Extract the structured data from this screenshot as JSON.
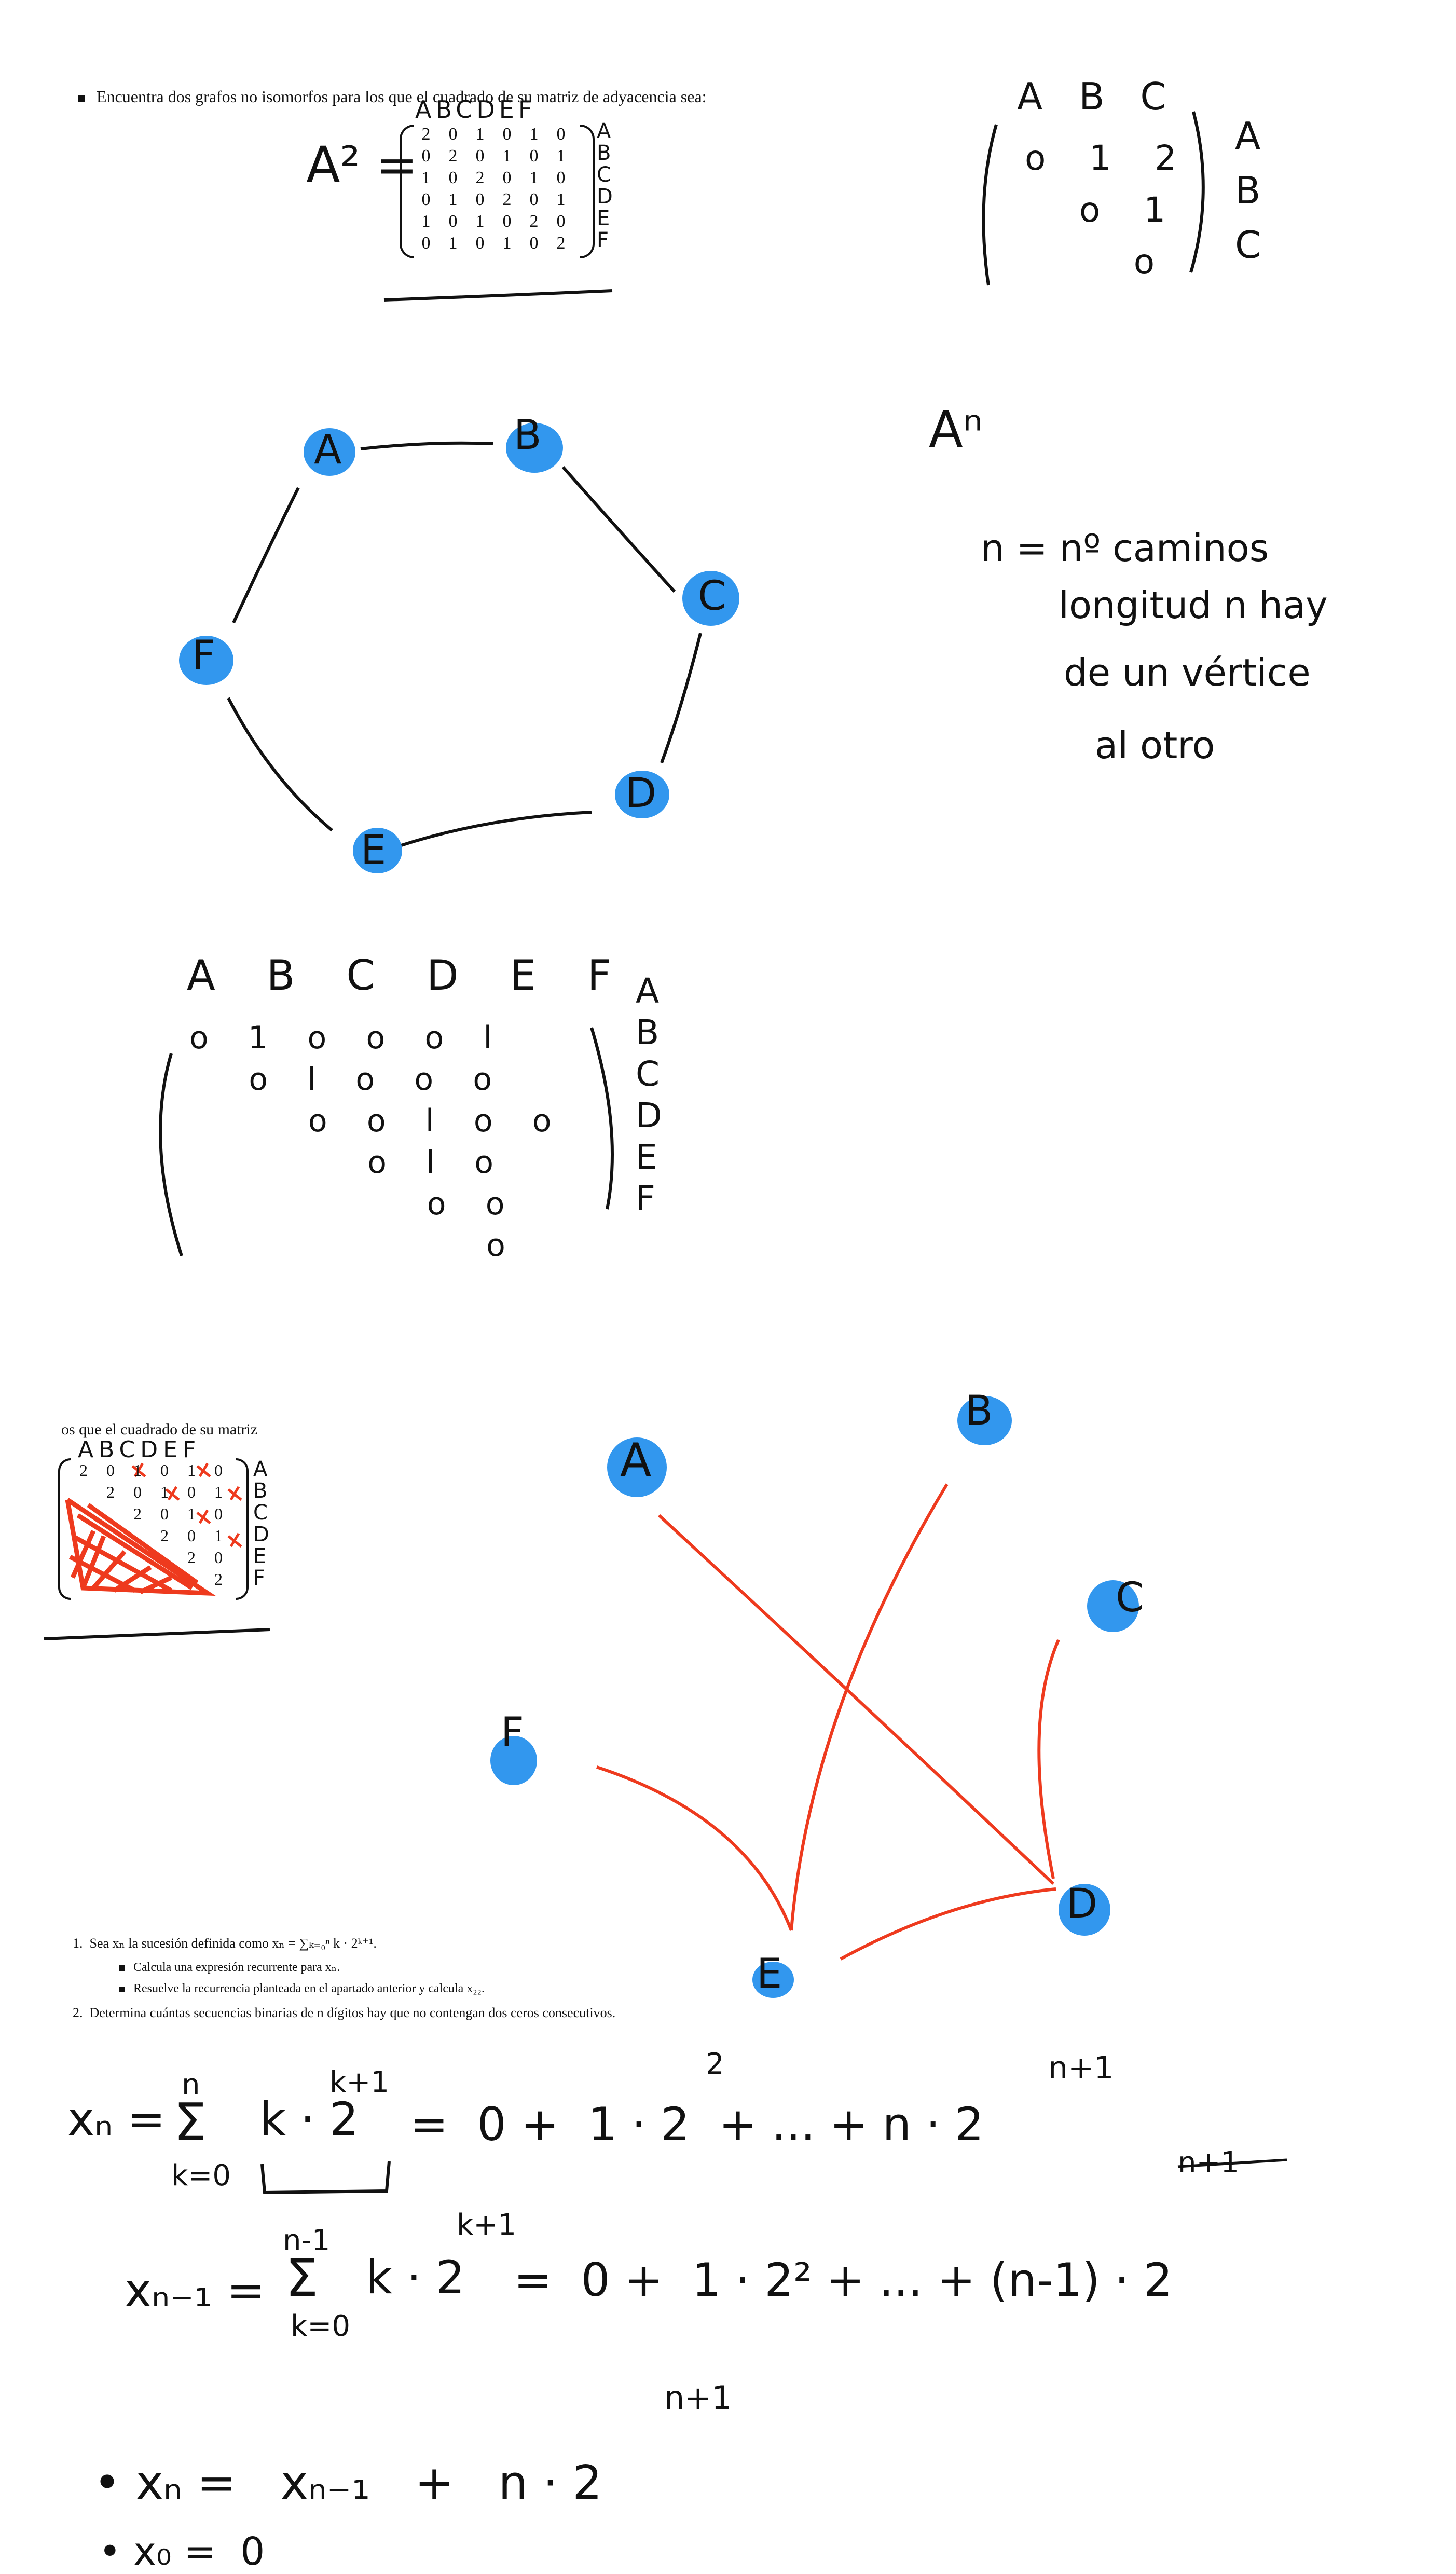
{
  "top_problem": {
    "text": "Encuentra dos grafos no isomorfos para los que el cuadrado de su matriz de adyacencia sea:",
    "matrix": [
      [
        "2",
        "0",
        "1",
        "0",
        "1",
        "0"
      ],
      [
        "0",
        "2",
        "0",
        "1",
        "0",
        "1"
      ],
      [
        "1",
        "0",
        "2",
        "0",
        "1",
        "0"
      ],
      [
        "0",
        "1",
        "0",
        "2",
        "0",
        "1"
      ],
      [
        "1",
        "0",
        "1",
        "0",
        "2",
        "0"
      ],
      [
        "0",
        "1",
        "0",
        "1",
        "0",
        "2"
      ]
    ],
    "col_labels": [
      "A",
      "B",
      "C",
      "D",
      "E",
      "F"
    ],
    "row_labels": [
      "A",
      "B",
      "C",
      "D",
      "E",
      "F"
    ],
    "lhs": "A² ="
  },
  "small_matrix": {
    "col_labels": [
      "A",
      "B",
      "C"
    ],
    "row_labels": [
      "A",
      "B",
      "C"
    ],
    "rows": [
      [
        "o",
        "1",
        "2"
      ],
      [
        "",
        "o",
        "1"
      ],
      [
        "",
        "",
        "o"
      ]
    ]
  },
  "an_note": {
    "power": "Aⁿ",
    "lines": [
      "n = nº caminos",
      "longitud n hay",
      "de un vértice",
      "al otro"
    ]
  },
  "graph1": {
    "nodes": [
      "A",
      "B",
      "C",
      "D",
      "E",
      "F"
    ]
  },
  "matrix_hw": {
    "col_labels": [
      "A",
      "B",
      "C",
      "D",
      "E",
      "F"
    ],
    "row_labels": [
      "A",
      "B",
      "C",
      "D",
      "E",
      "F"
    ],
    "rows": [
      [
        "o",
        "1",
        "o",
        "o",
        "o",
        "l"
      ],
      [
        "",
        "o",
        "l",
        "o",
        "o",
        "o"
      ],
      [
        "",
        "",
        "o",
        "o",
        "l",
        "o",
        "o"
      ],
      [
        "",
        "",
        "",
        "o",
        "l",
        "o"
      ],
      [
        "",
        "",
        "",
        "",
        "o",
        "o"
      ],
      [
        "",
        "",
        "",
        "",
        "",
        "o"
      ]
    ]
  },
  "crop_snippet": {
    "text": "os que el cuadrado de su matriz",
    "col_labels": [
      "A",
      "B",
      "C",
      "D",
      "E",
      "F"
    ],
    "row_labels": [
      "A",
      "B",
      "C",
      "D",
      "E",
      "F"
    ],
    "upper": [
      [
        "2",
        "0",
        "1",
        "0",
        "1",
        "0"
      ],
      [
        "",
        "2",
        "0",
        "1",
        "0",
        "1"
      ],
      [
        "",
        "",
        "2",
        "0",
        "1",
        "0"
      ],
      [
        "",
        "",
        "",
        "2",
        "0",
        "1"
      ],
      [
        "",
        "",
        "",
        "",
        "2",
        "0"
      ],
      [
        "",
        "",
        "",
        "",
        "",
        "2"
      ]
    ]
  },
  "graph2": {
    "nodes": [
      "A",
      "B",
      "C",
      "D",
      "E",
      "F"
    ]
  },
  "problems": {
    "p1": "Sea xₙ la sucesión definida como xₙ = ∑ₖ₌₀ⁿ k · 2ᵏ⁺¹.",
    "p1a": "Calcula una expresión recurrente para xₙ.",
    "p1b": "Resuelve la recurrencia planteada en el apartado anterior y calcula x₂₂.",
    "p2": "Determina cuántas secuencias binarias de n dígitos hay que no contengan dos ceros consecutivos.",
    "num1": "1.",
    "num2": "2."
  },
  "derivation": {
    "line1_lhs": "xₙ =",
    "line1_sum": "Σ",
    "line1_sum_top": "n",
    "line1_sum_bot": "k=0",
    "line1_term": "k · 2",
    "line1_exp": "k+1",
    "line1_rhs": "=  0 +  1 · 2  + ... + n · 2",
    "line1_exp2": "2",
    "line1_exp3": "n+1",
    "line2_lhs": "xₙ₋₁ =",
    "line2_sum_top": "n-1",
    "line2_sum_bot": "k=0",
    "line2_term": "k · 2",
    "line2_exp": "k+1",
    "line2_rhs": "=  0 +  1 · 2² + ... + (n-1) · 2",
    "line2_exp2": "n+1",
    "line3": "• xₙ =   xₙ₋₁   +   n · 2",
    "line3_exp": "n+1",
    "line4": "• x₀ =  0"
  },
  "colors": {
    "node_blue": "#3297ee",
    "red_ink": "#ee3a1e",
    "ink": "#111111"
  }
}
